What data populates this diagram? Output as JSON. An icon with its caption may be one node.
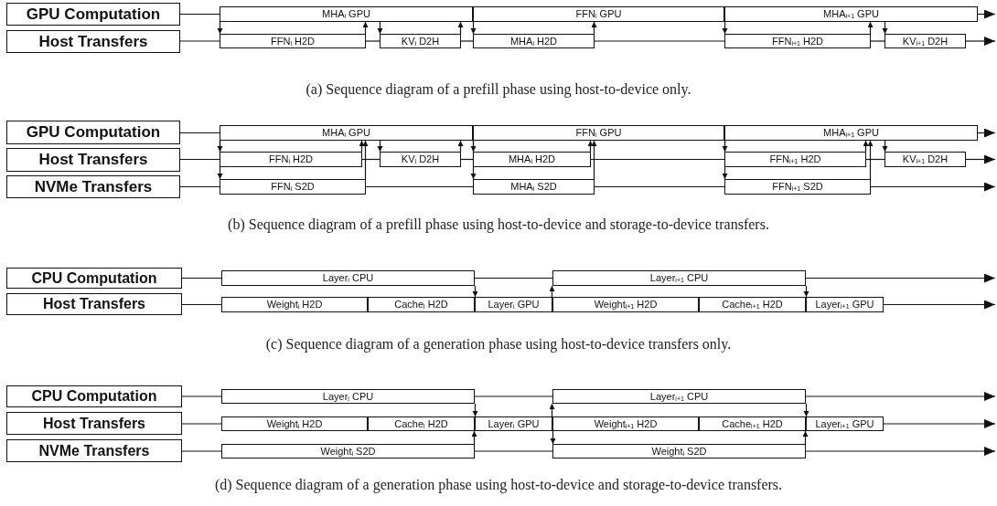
{
  "diagram": {
    "nodes": [
      {
        "text": [
          "GPU Computation"
        ]
      },
      {
        "text": [
          "MHA$_{i}$ GPU"
        ]
      },
      {
        "text": [
          "FFN$_{i}$ GPU"
        ]
      },
      {
        "text": [
          "MHA$_{i+1}$ GPU"
        ]
      },
      {
        "text": [
          "Host Transfers"
        ]
      },
      {
        "text": [
          "FFN$_{i}$ H2D"
        ]
      },
      {
        "text": [
          "KV$_{i}$ D2H"
        ]
      },
      {
        "text": [
          "MHA$_{i}$ H2D"
        ]
      },
      {
        "text": [
          "FFN$_{i+1}$ H2D"
        ]
      },
      {
        "text": [
          "KV$_{i+1}$ D2H"
        ]
      },
      {
        "text": [
          "GPU Computation"
        ]
      },
      {
        "text": [
          "MHA$_{i}$ GPU"
        ]
      },
      {
        "text": [
          "FFN$_{i}$ GPU"
        ]
      },
      {
        "text": [
          "MHA$_{i+1}$ GPU"
        ]
      },
      {
        "text": [
          "Host Transfers"
        ]
      },
      {
        "text": [
          "FFN$_{i}$ H2D"
        ]
      },
      {
        "text": [
          "KV$_{i}$ D2H"
        ]
      },
      {
        "text": [
          "MHA$_{i}$ H2D"
        ]
      },
      {
        "text": [
          "FFN$_{i+1}$ H2D"
        ]
      },
      {
        "text": [
          "KV$_{i+1}$ D2H"
        ]
      },
      {
        "text": [
          "NVMe Transfers"
        ]
      },
      {
        "text": [
          "FFN$_{i}$ S2D"
        ]
      },
      {
        "text": [
          "MHA$_{i}$ S2D"
        ]
      },
      {
        "text": [
          "FFN$_{i+1}$ S2D"
        ]
      },
      {
        "text": [
          "CPU Computation"
        ]
      },
      {
        "text": [
          "Layer$_{i}$ CPU"
        ]
      },
      {
        "text": [
          "Layer$_{i+1}$ CPU"
        ]
      },
      {
        "text": [
          "Host Transfers"
        ]
      },
      {
        "text": [
          "Weight$_{i}$ H2D"
        ]
      },
      {
        "text": [
          "Cache$_{i}$ H2D"
        ]
      },
      {
        "text": [
          "Layer$_{i}$ GPU"
        ]
      },
      {
        "text": [
          "Weight$_{i+1}$ H2D"
        ]
      },
      {
        "text": [
          "Cache$_{i+1}$ H2D"
        ]
      },
      {
        "text": [
          "Layer$_{i+1}$ GPU"
        ]
      },
      {
        "text": [
          "CPU Computation"
        ]
      },
      {
        "text": [
          "Layer$_{i}$ CPU"
        ]
      },
      {
        "text": [
          "Layer$_{i+1}$ CPU"
        ]
      },
      {
        "text": [
          "Host Transfers"
        ]
      },
      {
        "text": [
          "Weight$_{i}$ H2D"
        ]
      },
      {
        "text": [
          "Cache$_{i}$ H2D"
        ]
      },
      {
        "text": [
          "Layer$_{i}$ GPU"
        ]
      },
      {
        "text": [
          "Weight$_{i+1}$ H2D"
        ]
      },
      {
        "text": [
          "Cache$_{i+1}$ H2D"
        ]
      },
      {
        "text": [
          "Layer$_{i+1}$ GPU"
        ]
      },
      {
        "text": [
          "NVMe Transfers"
        ]
      },
      {
        "text": [
          "Weight$_{i}$ S2D"
        ]
      },
      {
        "text": [
          "Weight$_{i}$ S2D"
        ]
      }
    ],
    "edges": [
      {
        "from": 0,
        "to": 1,
        "arrow": "none"
      },
      {
        "from": 3,
        "to": null,
        "arrow": "to"
      },
      {
        "from": 4,
        "to": 5,
        "arrow": "none"
      },
      {
        "from": 5,
        "to": 6,
        "arrow": "none"
      },
      {
        "from": 6,
        "to": 7,
        "arrow": "none"
      },
      {
        "from": 7,
        "to": 8,
        "arrow": "none"
      },
      {
        "from": 8,
        "to": 9,
        "arrow": "none"
      },
      {
        "from": 9,
        "to": null,
        "arrow": "to"
      },
      {
        "from": 1,
        "to": 5,
        "arrow": "to"
      },
      {
        "from": 5,
        "to": 1,
        "arrow": "to"
      },
      {
        "from": 1,
        "to": 6,
        "arrow": "to"
      },
      {
        "from": 6,
        "to": 1,
        "arrow": "to"
      },
      {
        "from": 1,
        "to": 7,
        "arrow": "to"
      },
      {
        "from": 7,
        "to": 2,
        "arrow": "to"
      },
      {
        "from": 2,
        "to": 8,
        "arrow": "to"
      },
      {
        "from": 8,
        "to": 3,
        "arrow": "to"
      },
      {
        "from": 3,
        "to": 9,
        "arrow": "to"
      },
      {
        "from": 10,
        "to": 11,
        "arrow": "none"
      },
      {
        "from": 13,
        "to": null,
        "arrow": "to"
      },
      {
        "from": 14,
        "to": 15,
        "arrow": "none"
      },
      {
        "from": 15,
        "to": 16,
        "arrow": "none"
      },
      {
        "from": 16,
        "to": 17,
        "arrow": "none"
      },
      {
        "from": 17,
        "to": 18,
        "arrow": "none"
      },
      {
        "from": 18,
        "to": 19,
        "arrow": "none"
      },
      {
        "from": 19,
        "to": null,
        "arrow": "to"
      },
      {
        "from": 20,
        "to": 21,
        "arrow": "none"
      },
      {
        "from": 21,
        "to": 22,
        "arrow": "none"
      },
      {
        "from": 22,
        "to": 23,
        "arrow": "none"
      },
      {
        "from": 23,
        "to": null,
        "arrow": "to"
      },
      {
        "from": 11,
        "to": 15,
        "arrow": "to"
      },
      {
        "from": 11,
        "to": 21,
        "arrow": "to"
      },
      {
        "from": 15,
        "to": 11,
        "arrow": "to"
      },
      {
        "from": 21,
        "to": 11,
        "arrow": "to"
      },
      {
        "from": 11,
        "to": 16,
        "arrow": "to"
      },
      {
        "from": 16,
        "to": 11,
        "arrow": "to"
      },
      {
        "from": 11,
        "to": 17,
        "arrow": "to"
      },
      {
        "from": 11,
        "to": 22,
        "arrow": "to"
      },
      {
        "from": 17,
        "to": 12,
        "arrow": "to"
      },
      {
        "from": 22,
        "to": 12,
        "arrow": "to"
      },
      {
        "from": 12,
        "to": 18,
        "arrow": "to"
      },
      {
        "from": 12,
        "to": 23,
        "arrow": "to"
      },
      {
        "from": 18,
        "to": 13,
        "arrow": "to"
      },
      {
        "from": 23,
        "to": 13,
        "arrow": "to"
      },
      {
        "from": 13,
        "to": 19,
        "arrow": "to"
      },
      {
        "from": 24,
        "to": 25,
        "arrow": "none"
      },
      {
        "from": 25,
        "to": 26,
        "arrow": "none"
      },
      {
        "from": 26,
        "to": null,
        "arrow": "to"
      },
      {
        "from": 27,
        "to": 28,
        "arrow": "none"
      },
      {
        "from": 33,
        "to": null,
        "arrow": "to"
      },
      {
        "from": 25,
        "to": 30,
        "arrow": "to"
      },
      {
        "from": 30,
        "to": 26,
        "arrow": "to"
      },
      {
        "from": 26,
        "to": 33,
        "arrow": "to"
      },
      {
        "from": 34,
        "to": 35,
        "arrow": "none"
      },
      {
        "from": 35,
        "to": 36,
        "arrow": "none"
      },
      {
        "from": 36,
        "to": null,
        "arrow": "to"
      },
      {
        "from": 37,
        "to": 38,
        "arrow": "none"
      },
      {
        "from": 43,
        "to": null,
        "arrow": "to"
      },
      {
        "from": 44,
        "to": 45,
        "arrow": "none"
      },
      {
        "from": 45,
        "to": 46,
        "arrow": "none"
      },
      {
        "from": 46,
        "to": null,
        "arrow": "to"
      },
      {
        "from": 35,
        "to": 40,
        "arrow": "to"
      },
      {
        "from": 45,
        "to": 40,
        "arrow": "to"
      },
      {
        "from": 40,
        "to": 36,
        "arrow": "to"
      },
      {
        "from": 40,
        "to": 46,
        "arrow": "to"
      },
      {
        "from": 36,
        "to": 43,
        "arrow": "to"
      },
      {
        "from": 46,
        "to": 43,
        "arrow": "to"
      }
    ],
    "labels": [
      "(a) Sequence diagram of a prefill phase using host-to-device only.",
      "(b) Sequence diagram of a prefill phase using host-to-device and storage-to-device transfers.",
      "(c) Sequence diagram of a generation phase using host-to-device transfers only.",
      "(d) Sequence diagram of a generation phase using host-to-device and storage-to-device transfers."
    ]
  }
}
